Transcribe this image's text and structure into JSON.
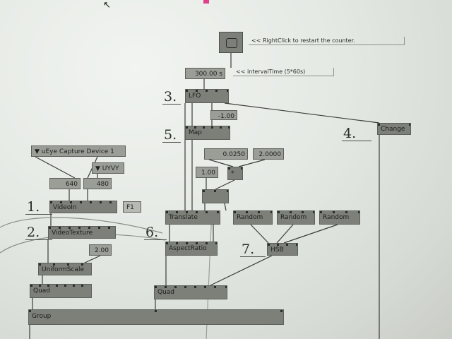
{
  "patch": {
    "bang_comment": "<< RightClick to restart the counter.",
    "interval_value": "300.00 s",
    "interval_comment": "<< intervalTime (5*60s)",
    "lfo_label": "LFO",
    "lfo_marker": "3.",
    "map_label": "Map",
    "map_marker": "5.",
    "map_value": "-1.00",
    "change_label": "Change",
    "change_marker": "4.",
    "value_a": "0.0250",
    "value_b": "2.0000",
    "value_c": "1.00",
    "mult_label": "*",
    "device_enum": "▼ uEye Capture Device 1",
    "format_enum": "▼ UYVY",
    "width_value": "640",
    "height_value": "480",
    "videoin_label": "VideoIn",
    "videoin_marker": "1.",
    "f1_label": "F1",
    "videotexture_label": "VideoTexture",
    "videotexture_marker": "2.",
    "scale_value": "2.00",
    "uniformscale_label": "UniformScale",
    "quad_left_label": "Quad",
    "group_label": "Group",
    "translate_label": "Translate",
    "aspectratio_label": "AspectRatio",
    "translate_marker": "6.",
    "random_1": "Random",
    "random_2": "Random",
    "random_3": "Random",
    "hsb_label": "HSB",
    "hsb_marker": "7.",
    "quad_right_label": "Quad",
    "cursor_glyph": "↖"
  },
  "colors": {
    "node": "#7c8079",
    "background": "#e5e9e4",
    "wire": "#3a3d38"
  }
}
